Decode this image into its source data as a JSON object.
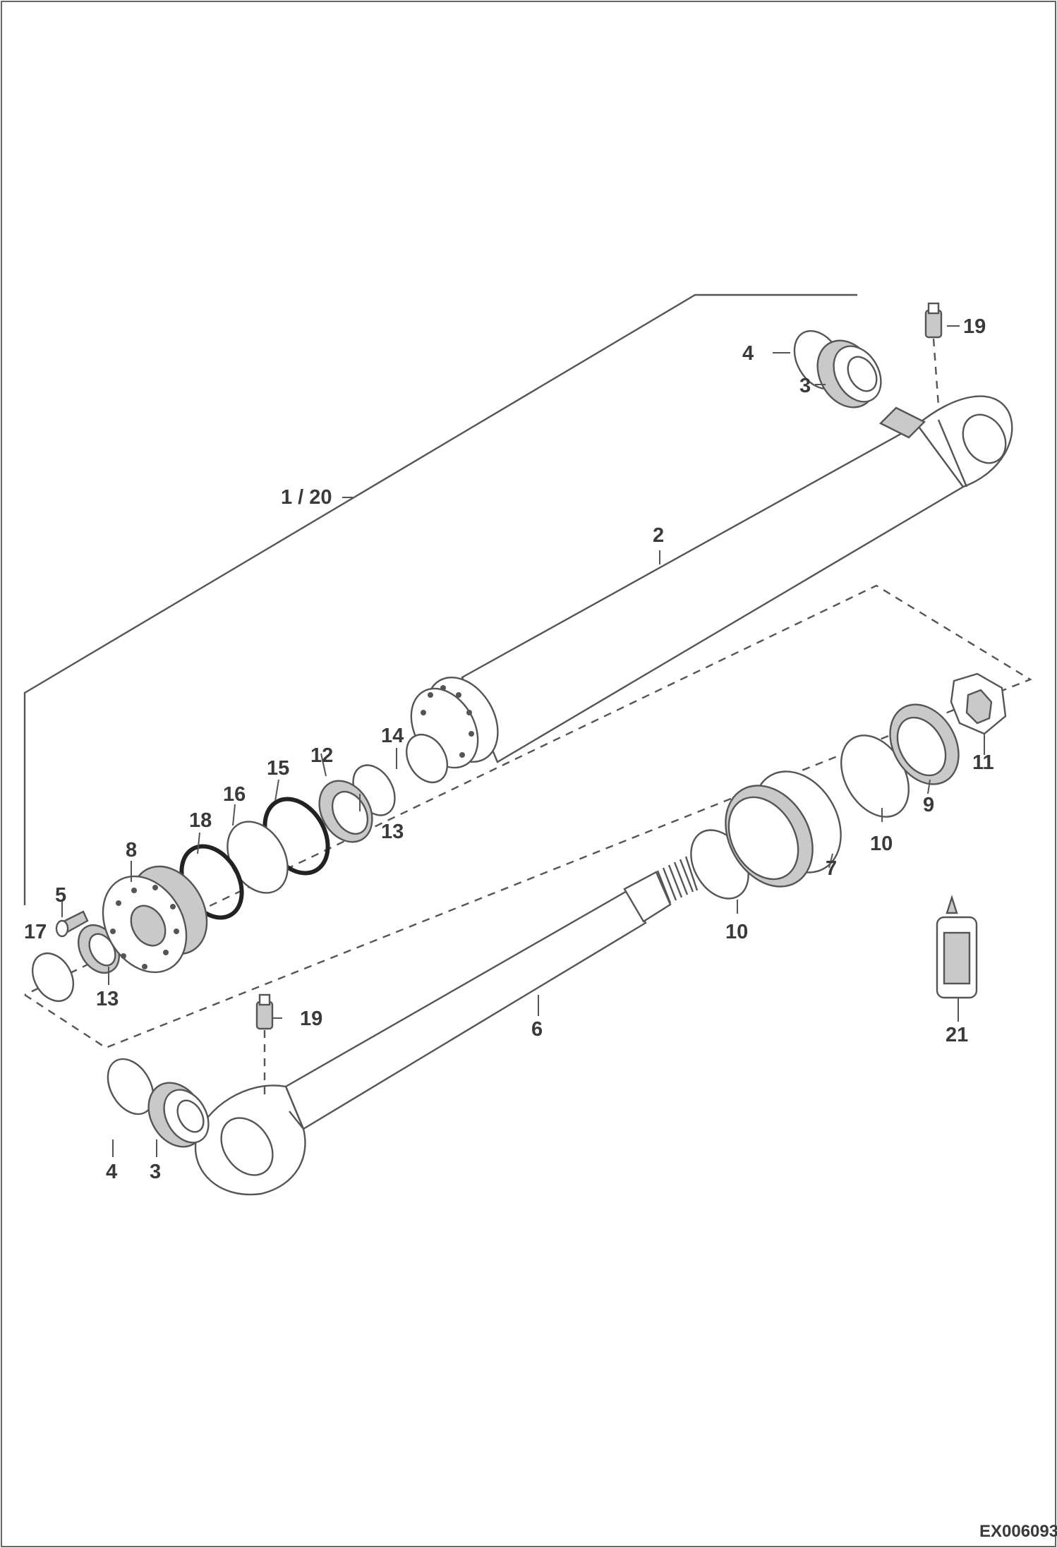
{
  "diagram": {
    "callouts": {
      "c1": "1 / 20",
      "c2": "2",
      "c3a": "3",
      "c3b": "3",
      "c4a": "4",
      "c4b": "4",
      "c5": "5",
      "c6": "6",
      "c7": "7",
      "c8": "8",
      "c9": "9",
      "c10a": "10",
      "c10b": "10",
      "c11": "11",
      "c12": "12",
      "c13a": "13",
      "c13b": "13",
      "c14": "14",
      "c15": "15",
      "c16": "16",
      "c17": "17",
      "c18": "18",
      "c19a": "19",
      "c19b": "19",
      "c21": "21"
    },
    "drawing_code": "EX006093"
  }
}
